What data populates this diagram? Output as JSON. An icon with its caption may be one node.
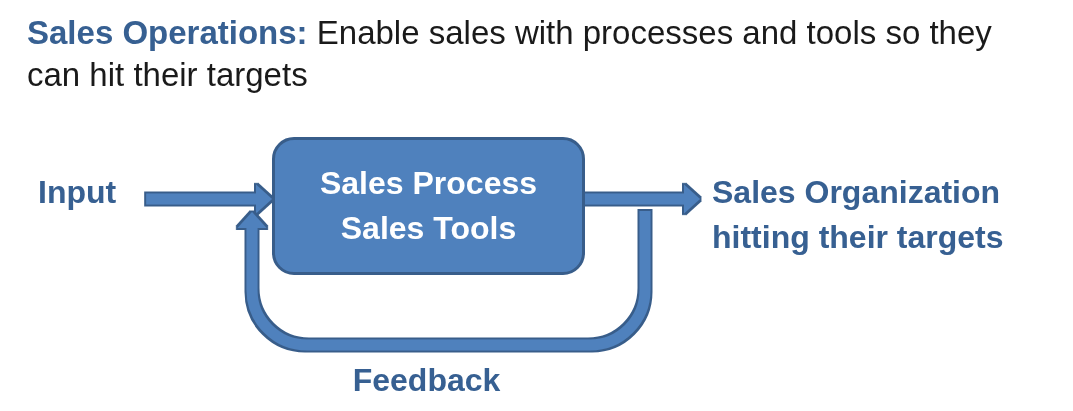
{
  "diagram": {
    "title": "**Sales Operations:** Enable sales with processes and tools so they can hit their targets",
    "nodes": [
      {
        "text": [
          "Input"
        ]
      },
      {
        "text": [
          "Sales Process",
          "Sales Tools"
        ]
      },
      {
        "text": [
          "Sales Organization hitting their targets"
        ]
      }
    ],
    "edges": [
      {
        "from": 0,
        "to": 1,
        "arrow": "to"
      },
      {
        "from": 1,
        "to": 2,
        "arrow": "to"
      },
      {
        "from": null,
        "to": 1,
        "arrow": "to",
        "label": "Feedback"
      }
    ]
  }
}
